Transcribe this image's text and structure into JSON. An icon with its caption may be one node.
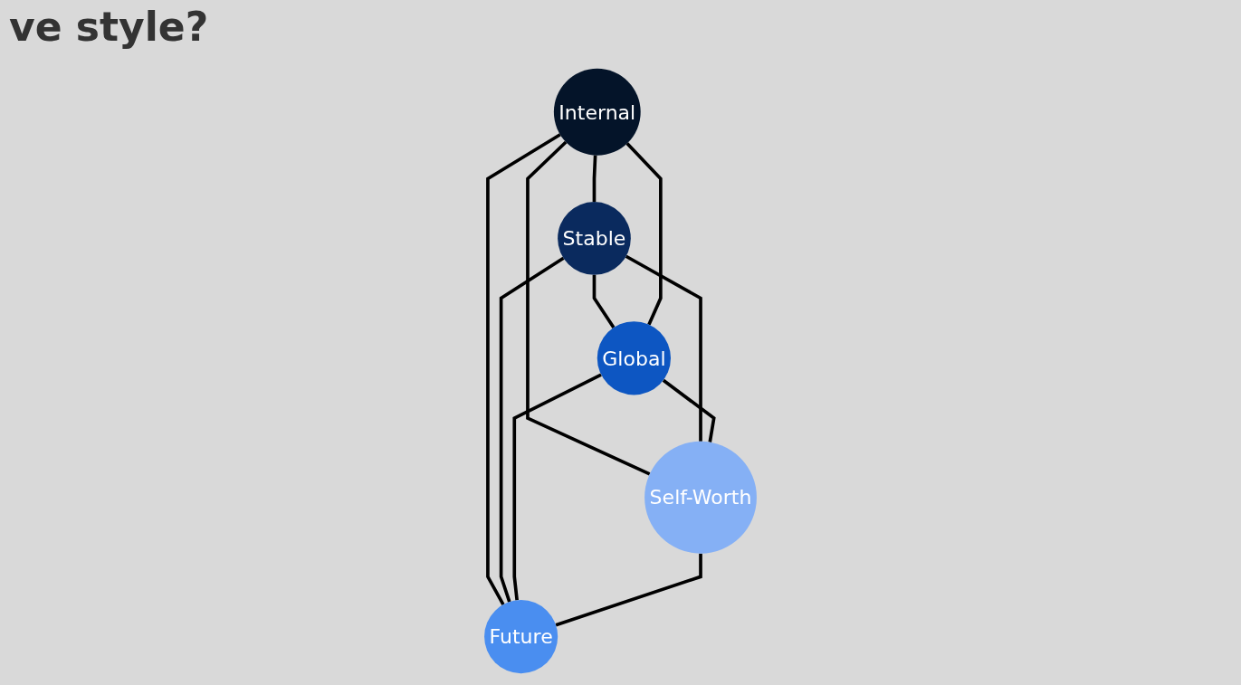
{
  "diagram": {
    "title": "ve style?",
    "nodes": [
      {
        "text": [
          "Stable"
        ]
      },
      {
        "text": [
          "Internal"
        ]
      },
      {
        "text": [
          "Global"
        ]
      },
      {
        "text": [
          "Self-Worth"
        ]
      },
      {
        "text": [
          "Future"
        ]
      }
    ],
    "edges": [
      {
        "from": 1,
        "to": 0,
        "arrow": "none"
      },
      {
        "from": 0,
        "to": 2,
        "arrow": "none"
      },
      {
        "from": 1,
        "to": 2,
        "arrow": "none"
      },
      {
        "from": 1,
        "to": 3,
        "arrow": "none"
      },
      {
        "from": 1,
        "to": 4,
        "arrow": "none"
      },
      {
        "from": 0,
        "to": 3,
        "arrow": "none"
      },
      {
        "from": 0,
        "to": 4,
        "arrow": "none"
      },
      {
        "from": 2,
        "to": 3,
        "arrow": "none"
      },
      {
        "from": 2,
        "to": 4,
        "arrow": "none"
      },
      {
        "from": 3,
        "to": 4,
        "arrow": "none"
      }
    ]
  }
}
